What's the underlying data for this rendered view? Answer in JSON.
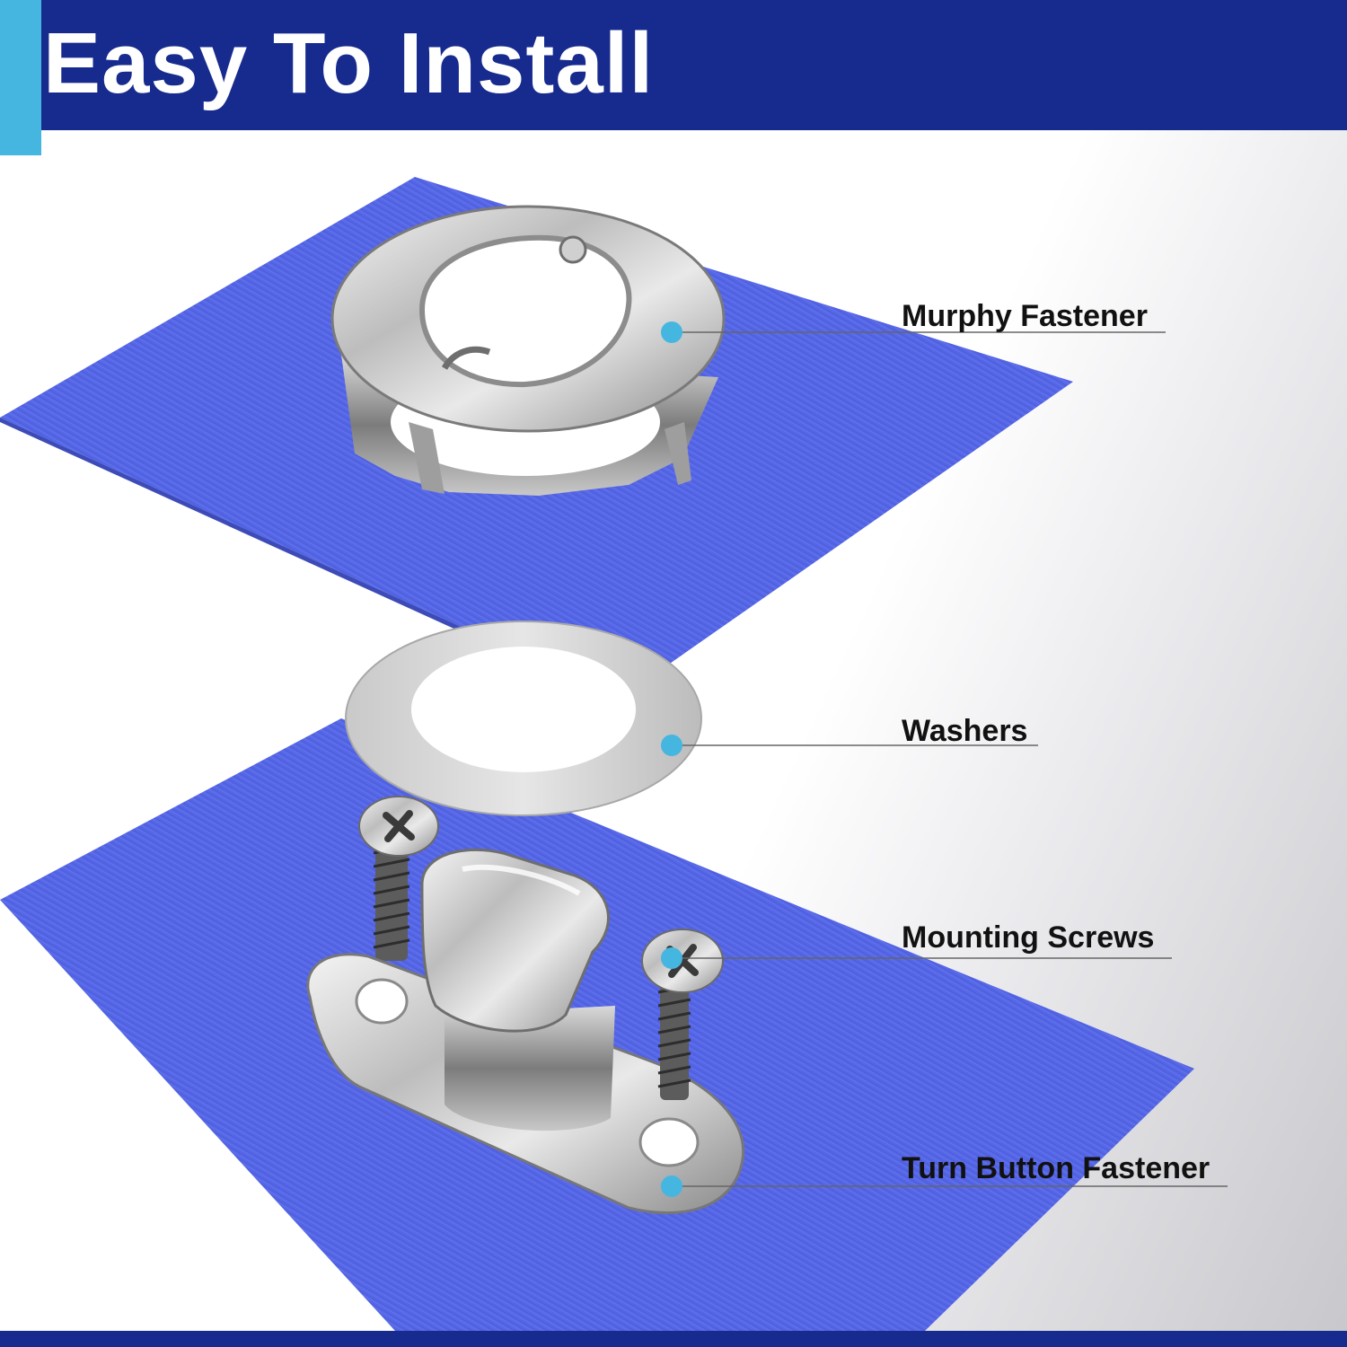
{
  "header": {
    "title": "Easy To Install"
  },
  "callouts": {
    "murphy": "Murphy Fastener",
    "washers": "Washers",
    "screws": "Mounting Screws",
    "turn_button": "Turn Button Fastener"
  },
  "colors": {
    "brand_navy": "#172b8e",
    "accent_cyan": "#45b6e0",
    "fabric_blue": "#5566e6",
    "callout_dot": "#45b6e0"
  },
  "icons": [
    "murphy-fastener-icon",
    "washer-icon",
    "mounting-screw-icon",
    "turn-button-fastener-icon"
  ]
}
